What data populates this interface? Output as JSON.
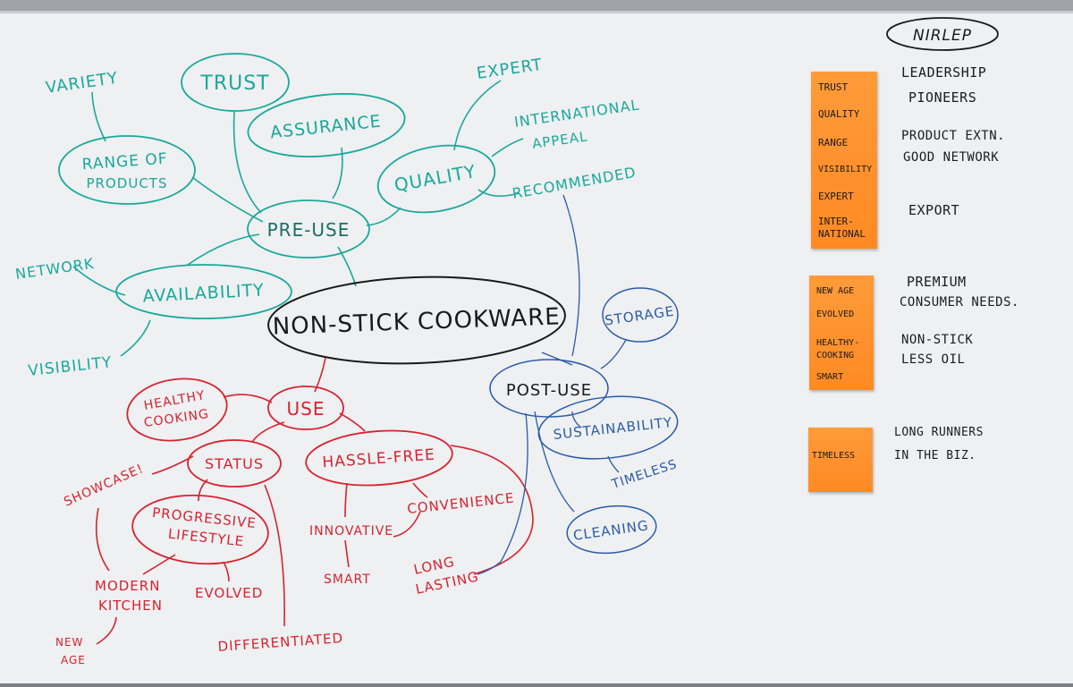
{
  "title": "NIRLEP",
  "center": "NON-STICK COOKWARE",
  "colors": {
    "teal": "#1aa89a",
    "red": "#d6232f",
    "blue": "#2a5aa8",
    "black": "#1a1a1a",
    "note": "#ff8f2a",
    "board": "#eef0f2"
  },
  "nodes": {
    "pre_use": "PRE-USE",
    "use": "USE",
    "post_use": "POST-USE",
    "trust": "TRUST",
    "variety": "VARIETY",
    "range_1": "RANGE OF",
    "range_2": "PRODUCTS",
    "assurance": "ASSURANCE",
    "quality": "QUALITY",
    "expert": "EXPERT",
    "intl_1": "INTERNATIONAL",
    "intl_2": "APPEAL",
    "recommended": "RECOMMENDED",
    "network": "NETWORK",
    "availability": "AVAILABILITY",
    "visibility": "VISIBILITY",
    "healthy_1": "HEALTHY",
    "healthy_2": "COOKING",
    "status": "STATUS",
    "hassle_free": "HASSLE-FREE",
    "showcase": "SHOWCASE!",
    "progressive_1": "PROGRESSIVE",
    "progressive_2": "LIFESTYLE",
    "innovative": "INNOVATIVE",
    "convenience": "CONVENIENCE",
    "modern_1": "MODERN",
    "modern_2": "KITCHEN",
    "evolved": "EVOLVED",
    "smart": "SMART",
    "long_1": "LONG",
    "long_2": "LASTING",
    "new_age_1": "NEW",
    "new_age_2": "AGE",
    "differentiated": "DIFFERENTIATED",
    "storage": "STORAGE",
    "sustainability": "SUSTAINABILITY",
    "timeless": "TIMELESS",
    "cleaning": "CLEANING"
  },
  "notes": [
    {
      "labels": [
        "TRUST",
        "QUALITY",
        "RANGE",
        "VISIBILITY",
        "EXPERT",
        "INTER-",
        "NATIONAL"
      ]
    },
    {
      "labels": [
        "NEW AGE",
        "EVOLVED",
        "HEALTHY-",
        "COOKING",
        "SMART"
      ]
    },
    {
      "labels": [
        "TIMELESS"
      ]
    }
  ],
  "side_text": [
    "LEADERSHIP",
    "PIONEERS",
    "PRODUCT EXTN.",
    "GOOD NETWORK",
    "EXPORT",
    "PREMIUM",
    "CONSUMER NEEDS.",
    "NON-STICK",
    "LESS OIL",
    "LONG RUNNERS",
    "IN THE BIZ."
  ]
}
